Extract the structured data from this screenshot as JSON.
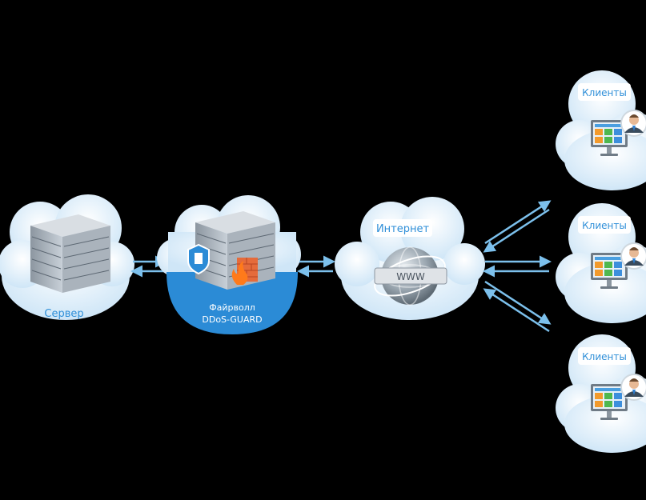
{
  "nodes": {
    "server": {
      "label": "Сервер"
    },
    "firewall": {
      "label_line1": "Файрволл",
      "label_line2": "DDoS-GUARD"
    },
    "internet": {
      "label": "Интернет",
      "badge": "WWW"
    },
    "clients": [
      {
        "label": "Клиенты"
      },
      {
        "label": "Клиенты"
      },
      {
        "label": "Клиенты"
      }
    ]
  },
  "colors": {
    "background": "#000000",
    "cloud_light": "#dcedf9",
    "cloud_firewall": "#2b8bd6",
    "arrow": "#7cc0ec",
    "label_text": "#2f8fd8",
    "firewall_label_text": "#ffffff"
  },
  "icons": [
    "server-rack-icon",
    "shield-icon",
    "brick-wall-icon",
    "fire-icon",
    "globe-icon",
    "monitor-icon",
    "user-avatar-icon"
  ]
}
